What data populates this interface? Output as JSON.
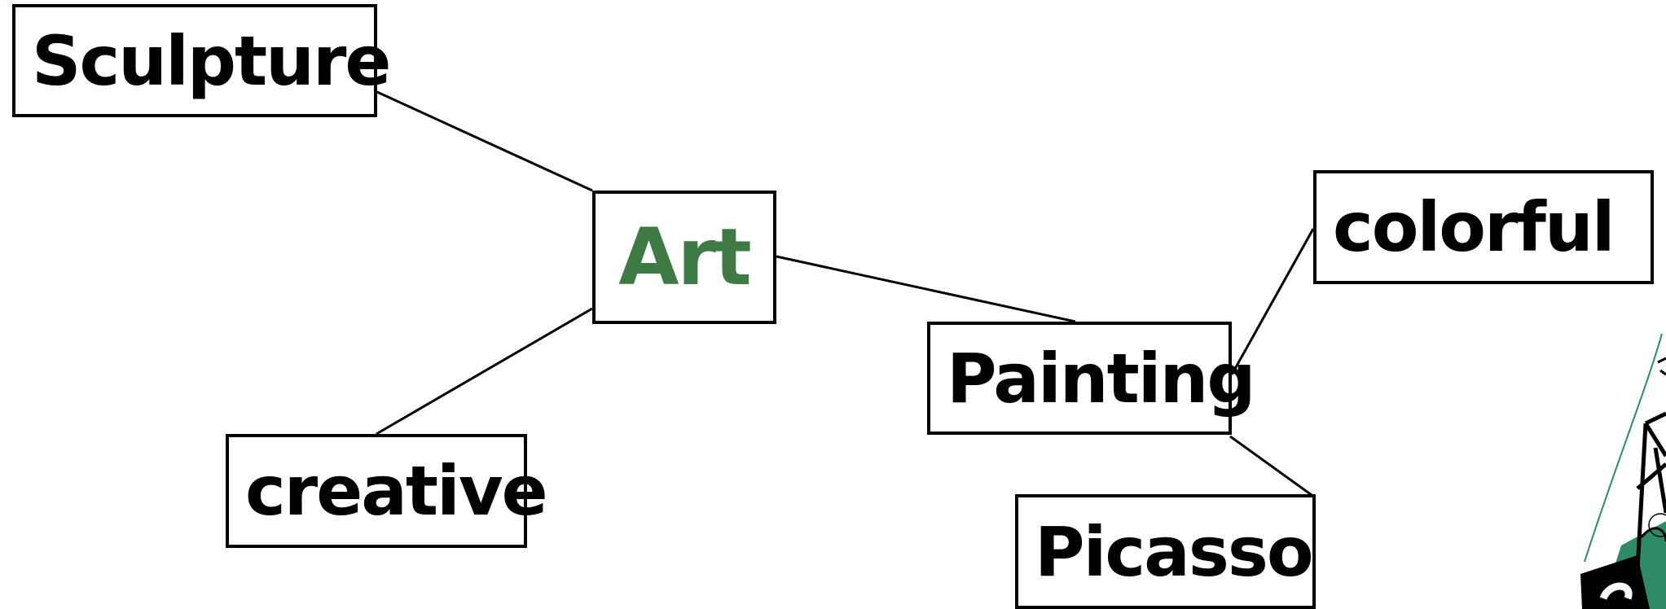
{
  "diagram": {
    "nodes": {
      "art": {
        "label": "Art"
      },
      "sculpture": {
        "label": "Sculpture"
      },
      "creative": {
        "label": "creative"
      },
      "painting": {
        "label": "Painting"
      },
      "colorful": {
        "label": "colorful"
      },
      "picasso": {
        "label": "Picasso"
      }
    },
    "connections": [
      {
        "from": "art",
        "to": "sculpture"
      },
      {
        "from": "art",
        "to": "creative"
      },
      {
        "from": "art",
        "to": "painting"
      },
      {
        "from": "painting",
        "to": "colorful"
      },
      {
        "from": "painting",
        "to": "picasso"
      }
    ],
    "colors": {
      "center_text": "#3f7a45",
      "node_text": "#000000",
      "border": "#000000",
      "clipart_accent": "#2e8b66"
    }
  }
}
